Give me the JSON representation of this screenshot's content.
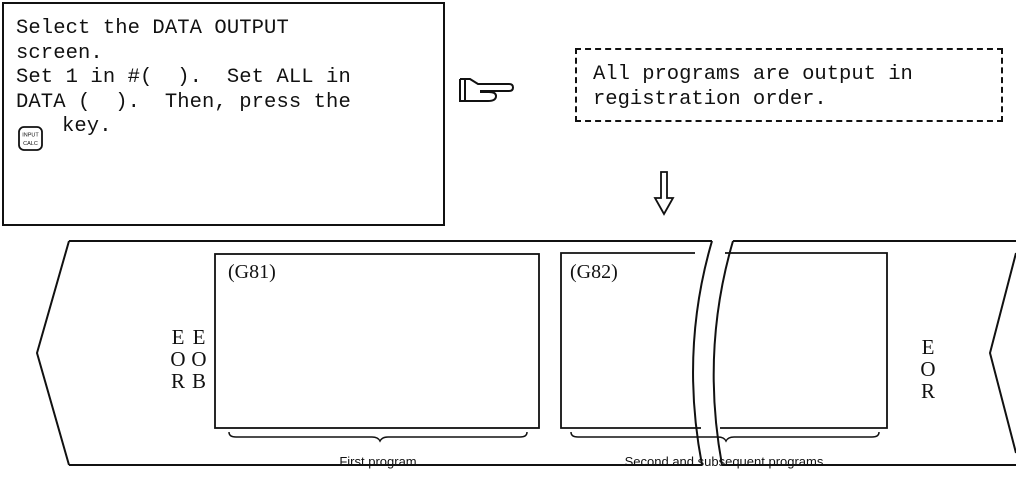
{
  "instruction": {
    "line1": "Select the DATA OUTPUT",
    "line2": "screen.",
    "line3": "Set 1 in #(  ).  Set ALL in",
    "line4": "DATA (  ).  Then, press the",
    "line5": "key.",
    "key_icon_top": "INPUT",
    "key_icon_bottom": "CALC"
  },
  "note": {
    "line1": "All programs are output in",
    "line2": "registration order."
  },
  "icons": {
    "pointing_hand": "pointing-hand-icon",
    "down_arrow": "down-arrow-icon"
  },
  "tape": {
    "left_eor": [
      "E",
      "O",
      "R"
    ],
    "left_eob": [
      "E",
      "O",
      "B"
    ],
    "program1_label": "(G81)",
    "program2_label": "(G82)",
    "right_eor": [
      "E",
      "O",
      "R"
    ]
  },
  "captions": {
    "first": "First program",
    "second": "Second and subsequent programs"
  }
}
